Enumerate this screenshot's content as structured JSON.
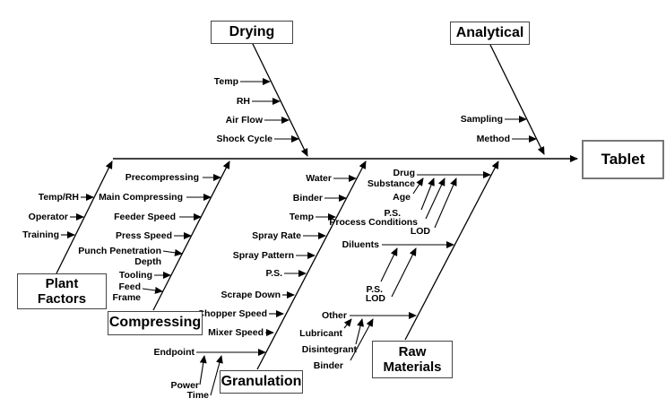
{
  "boxes": {
    "drying": "Drying",
    "analytical": "Analytical",
    "tablet": "Tablet",
    "plant_factors": [
      "Plant",
      "Factors"
    ],
    "compressing": "Compressing",
    "granulation": "Granulation",
    "raw_materials": [
      "Raw",
      "Materials"
    ]
  },
  "drying": {
    "temp": "Temp",
    "rh": "RH",
    "air_flow": "Air Flow",
    "shock_cycle": "Shock Cycle"
  },
  "analytical": {
    "sampling": "Sampling",
    "method": "Method"
  },
  "plant_factors": {
    "temp_rh": "Temp/RH",
    "operator": "Operator",
    "training": "Training"
  },
  "compressing": {
    "precompressing": "Precompressing",
    "main_compressing": "Main Compressing",
    "feeder_speed": "Feeder Speed",
    "press_speed": "Press Speed",
    "punch_penetration": [
      "Punch Penetration",
      "Depth"
    ],
    "tooling": "Tooling",
    "feed_frame": [
      "Feed",
      "Frame"
    ]
  },
  "granulation": {
    "water": "Water",
    "binder": "Binder",
    "temp": "Temp",
    "spray_rate": "Spray Rate",
    "spray_pattern": "Spray Pattern",
    "ps": "P.S.",
    "scrape_down": "Scrape Down",
    "chopper_speed": "Chopper Speed",
    "mixer_speed": "Mixer Speed",
    "endpoint": "Endpoint",
    "power": "Power",
    "time": "Time"
  },
  "raw_materials": {
    "drug_substance": [
      "Drug",
      "Substance"
    ],
    "age": "Age",
    "ps_drug": "P.S.",
    "process_conditions": "Process Conditions",
    "lod_drug": "LOD",
    "diluents": "Diluents",
    "ps_diluents": "P.S.",
    "lod_diluents": "LOD",
    "other": "Other",
    "lubricant": "Lubricant",
    "disintegrant": "Disintegrant",
    "binder": "Binder"
  },
  "colors": {
    "line": "#000000",
    "box_border": "#444444",
    "tablet_border": "#777777",
    "background": "#ffffff"
  }
}
